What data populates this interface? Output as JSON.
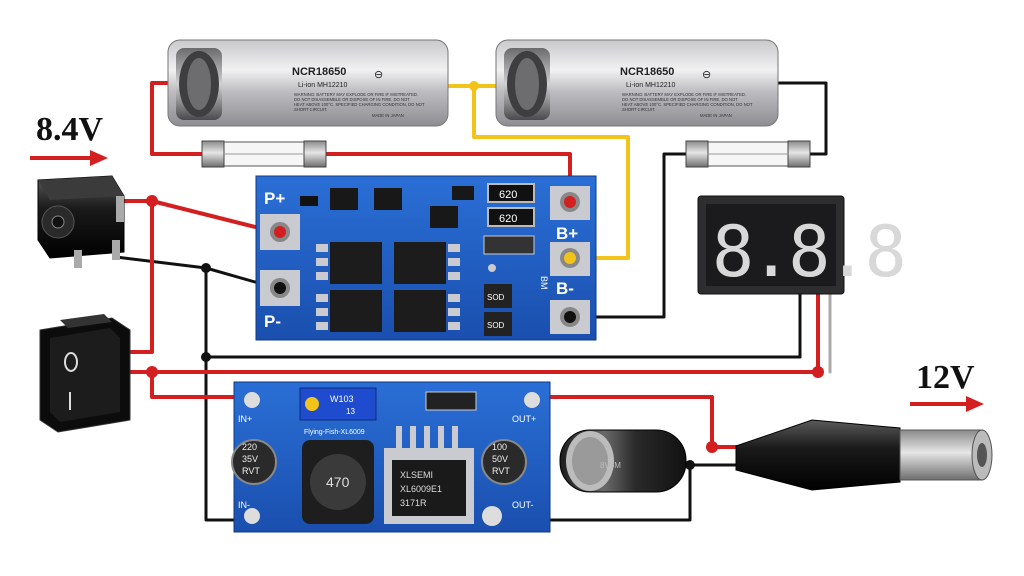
{
  "labels": {
    "input_voltage": "8.4V",
    "output_voltage": "12V"
  },
  "batteries": [
    {
      "model": "NCR18650",
      "sub": "Li-ion MH12210",
      "warn1": "WARNING: BATTERY MAY EXPLODE OR FIRE IF MISTREATED.",
      "warn2": "DO NOT DISASSEMBLE OR DISPOSE OF IN FIRE. DO NOT",
      "warn3": "HEAT ABOVE 100°C. SPECIFIED CHARGING CONDITION, DO NOT",
      "warn4": "SHORT CIRCUIT.",
      "origin": "MADE IN JAPAN",
      "minus": "⊖"
    },
    {
      "model": "NCR18650",
      "sub": "Li-ion MH12210",
      "warn1": "WARNING: BATTERY MAY EXPLODE OR FIRE IF MISTREATED.",
      "warn2": "DO NOT DISASSEMBLE OR DISPOSE OF IN FIRE. DO NOT",
      "warn3": "HEAT ABOVE 100°C. SPECIFIED CHARGING CONDITION, DO NOT",
      "warn4": "SHORT CIRCUIT.",
      "origin": "MADE IN JAPAN",
      "minus": "⊖"
    }
  ],
  "bms": {
    "p_plus": "P+",
    "p_minus": "P-",
    "b_plus": "B+",
    "b_minus": "B-",
    "bm": "BM",
    "resistor1": "620",
    "resistor2": "620",
    "diode1": "SOD",
    "diode2": "SOD"
  },
  "voltmeter": {
    "digits": "8.8.8"
  },
  "converter": {
    "in_plus": "IN+",
    "in_minus": "IN-",
    "out_plus": "OUT+",
    "out_minus": "OUT-",
    "brand": "Flying-Fish-XL6009",
    "pot_code": "W103",
    "pot_sub": "13",
    "cap_in": [
      "220",
      "35V",
      "RVT"
    ],
    "cap_out": [
      "100",
      "50V",
      "RVT"
    ],
    "inductor": "470",
    "chip": [
      "XLSEMI",
      "XL6009E1",
      "3171R"
    ]
  },
  "capacitor": {
    "label": "8V6M"
  },
  "colors": {
    "positive": "#d31f1f",
    "negative": "#111111",
    "balance": "#f2c318",
    "pcb": "#1f5fc4"
  }
}
